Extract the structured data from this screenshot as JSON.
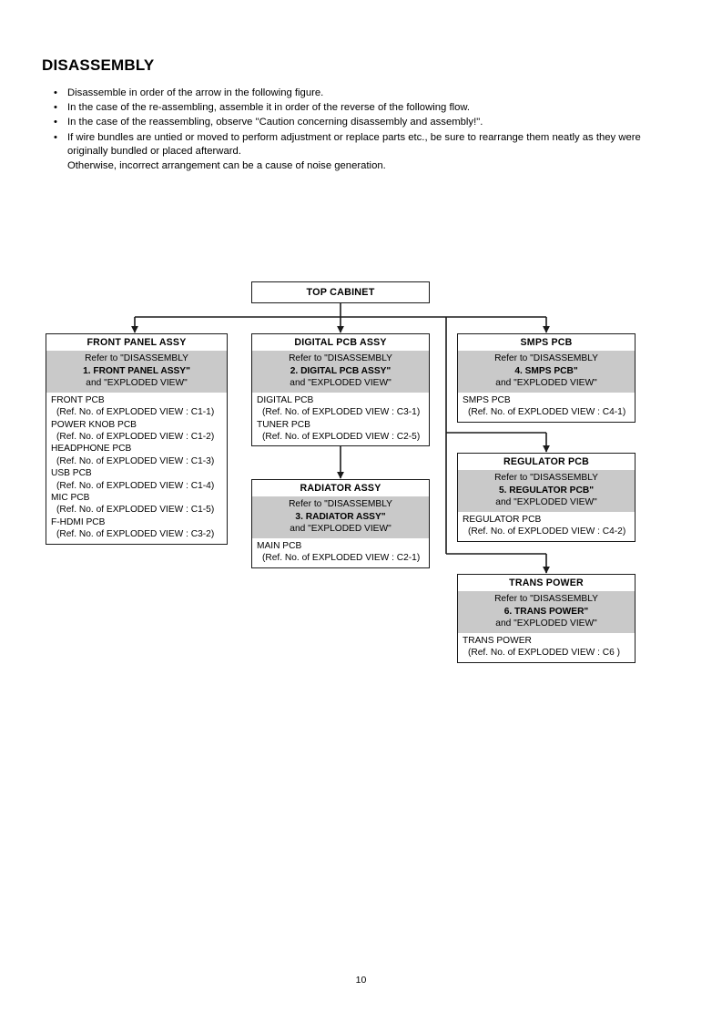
{
  "page": {
    "title": "DISASSEMBLY",
    "number": "10",
    "bullet_glyph": "•"
  },
  "intro": {
    "items": [
      "Disassemble in order of the arrow in the following figure.",
      "In the case of the re-assembling, assemble it in order of the reverse of the following flow.",
      "In the case of the reassembling, observe \"Caution concerning disassembly and assembly!\".",
      "If wire bundles are untied or moved to perform adjustment or replace parts etc., be sure to rearrange them neatly as they were originally bundled or placed afterward."
    ],
    "trailing_note": "Otherwise, incorrect arrangement can be a cause of noise generation."
  },
  "flowchart": {
    "type": "hierarchy",
    "root": "TOP CABINET",
    "edges": [
      {
        "from": "TOP CABINET",
        "to": "FRONT PANEL ASSY"
      },
      {
        "from": "TOP CABINET",
        "to": "DIGITAL PCB ASSY"
      },
      {
        "from": "TOP CABINET",
        "to": "SMPS PCB"
      },
      {
        "from": "DIGITAL PCB ASSY",
        "to": "RADIATOR ASSY"
      },
      {
        "from": "TOP CABINET",
        "to": "REGULATOR PCB"
      },
      {
        "from": "TOP CABINET",
        "to": "TRANS POWER"
      }
    ],
    "nodes": {
      "top_cabinet": {
        "title": "TOP CABINET"
      },
      "front_panel_assy": {
        "title": "FRONT PANEL ASSY",
        "refer": {
          "line1": "Refer to \"DISASSEMBLY",
          "line2": "1. FRONT PANEL ASSY\"",
          "line3": "and \"EXPLODED VIEW\""
        },
        "parts": [
          {
            "name": "FRONT PCB",
            "ref": "(Ref. No. of EXPLODED VIEW : C1-1)"
          },
          {
            "name": "POWER KNOB PCB",
            "ref": "(Ref. No. of EXPLODED VIEW : C1-2)"
          },
          {
            "name": "HEADPHONE PCB",
            "ref": "(Ref. No. of EXPLODED VIEW : C1-3)"
          },
          {
            "name": "USB PCB",
            "ref": "(Ref. No. of EXPLODED VIEW : C1-4)"
          },
          {
            "name": "MIC PCB",
            "ref": "(Ref. No. of EXPLODED VIEW : C1-5)"
          },
          {
            "name": "F-HDMI PCB",
            "ref": "(Ref. No. of EXPLODED VIEW : C3-2)"
          }
        ]
      },
      "digital_pcb_assy": {
        "title": "DIGITAL PCB ASSY",
        "refer": {
          "line1": "Refer to \"DISASSEMBLY",
          "line2": "2. DIGITAL PCB ASSY\"",
          "line3": "and \"EXPLODED VIEW\""
        },
        "parts": [
          {
            "name": "DIGITAL PCB",
            "ref": "(Ref. No. of EXPLODED VIEW : C3-1)"
          },
          {
            "name": "TUNER PCB",
            "ref": "(Ref. No. of EXPLODED VIEW : C2-5)"
          }
        ]
      },
      "smps_pcb": {
        "title": "SMPS PCB",
        "refer": {
          "line1": "Refer to \"DISASSEMBLY",
          "line2": "4. SMPS PCB\"",
          "line3": "and \"EXPLODED VIEW\""
        },
        "parts": [
          {
            "name": "SMPS PCB",
            "ref": "(Ref. No. of EXPLODED VIEW : C4-1)"
          }
        ]
      },
      "radiator_assy": {
        "title": "RADIATOR ASSY",
        "refer": {
          "line1": "Refer to \"DISASSEMBLY",
          "line2": "3. RADIATOR ASSY\"",
          "line3": "and \"EXPLODED VIEW\""
        },
        "parts": [
          {
            "name": "MAIN PCB",
            "ref": "(Ref. No. of EXPLODED VIEW : C2-1)"
          }
        ]
      },
      "regulator_pcb": {
        "title": "REGULATOR PCB",
        "refer": {
          "line1": "Refer to \"DISASSEMBLY",
          "line2": "5. REGULATOR PCB\"",
          "line3": "and \"EXPLODED VIEW\""
        },
        "parts": [
          {
            "name": "REGULATOR PCB",
            "ref": "(Ref. No. of EXPLODED VIEW : C4-2)"
          }
        ]
      },
      "trans_power": {
        "title": "TRANS POWER",
        "refer": {
          "line1": "Refer to \"DISASSEMBLY",
          "line2": "6. TRANS POWER\"",
          "line3": "and \"EXPLODED VIEW\""
        },
        "parts": [
          {
            "name": "TRANS POWER",
            "ref": "(Ref. No. of EXPLODED VIEW : C6 )"
          }
        ]
      }
    }
  },
  "colors": {
    "refer_band": "#c9c9c9",
    "border": "#1a1a1a",
    "text": "#000000",
    "background": "#ffffff"
  }
}
